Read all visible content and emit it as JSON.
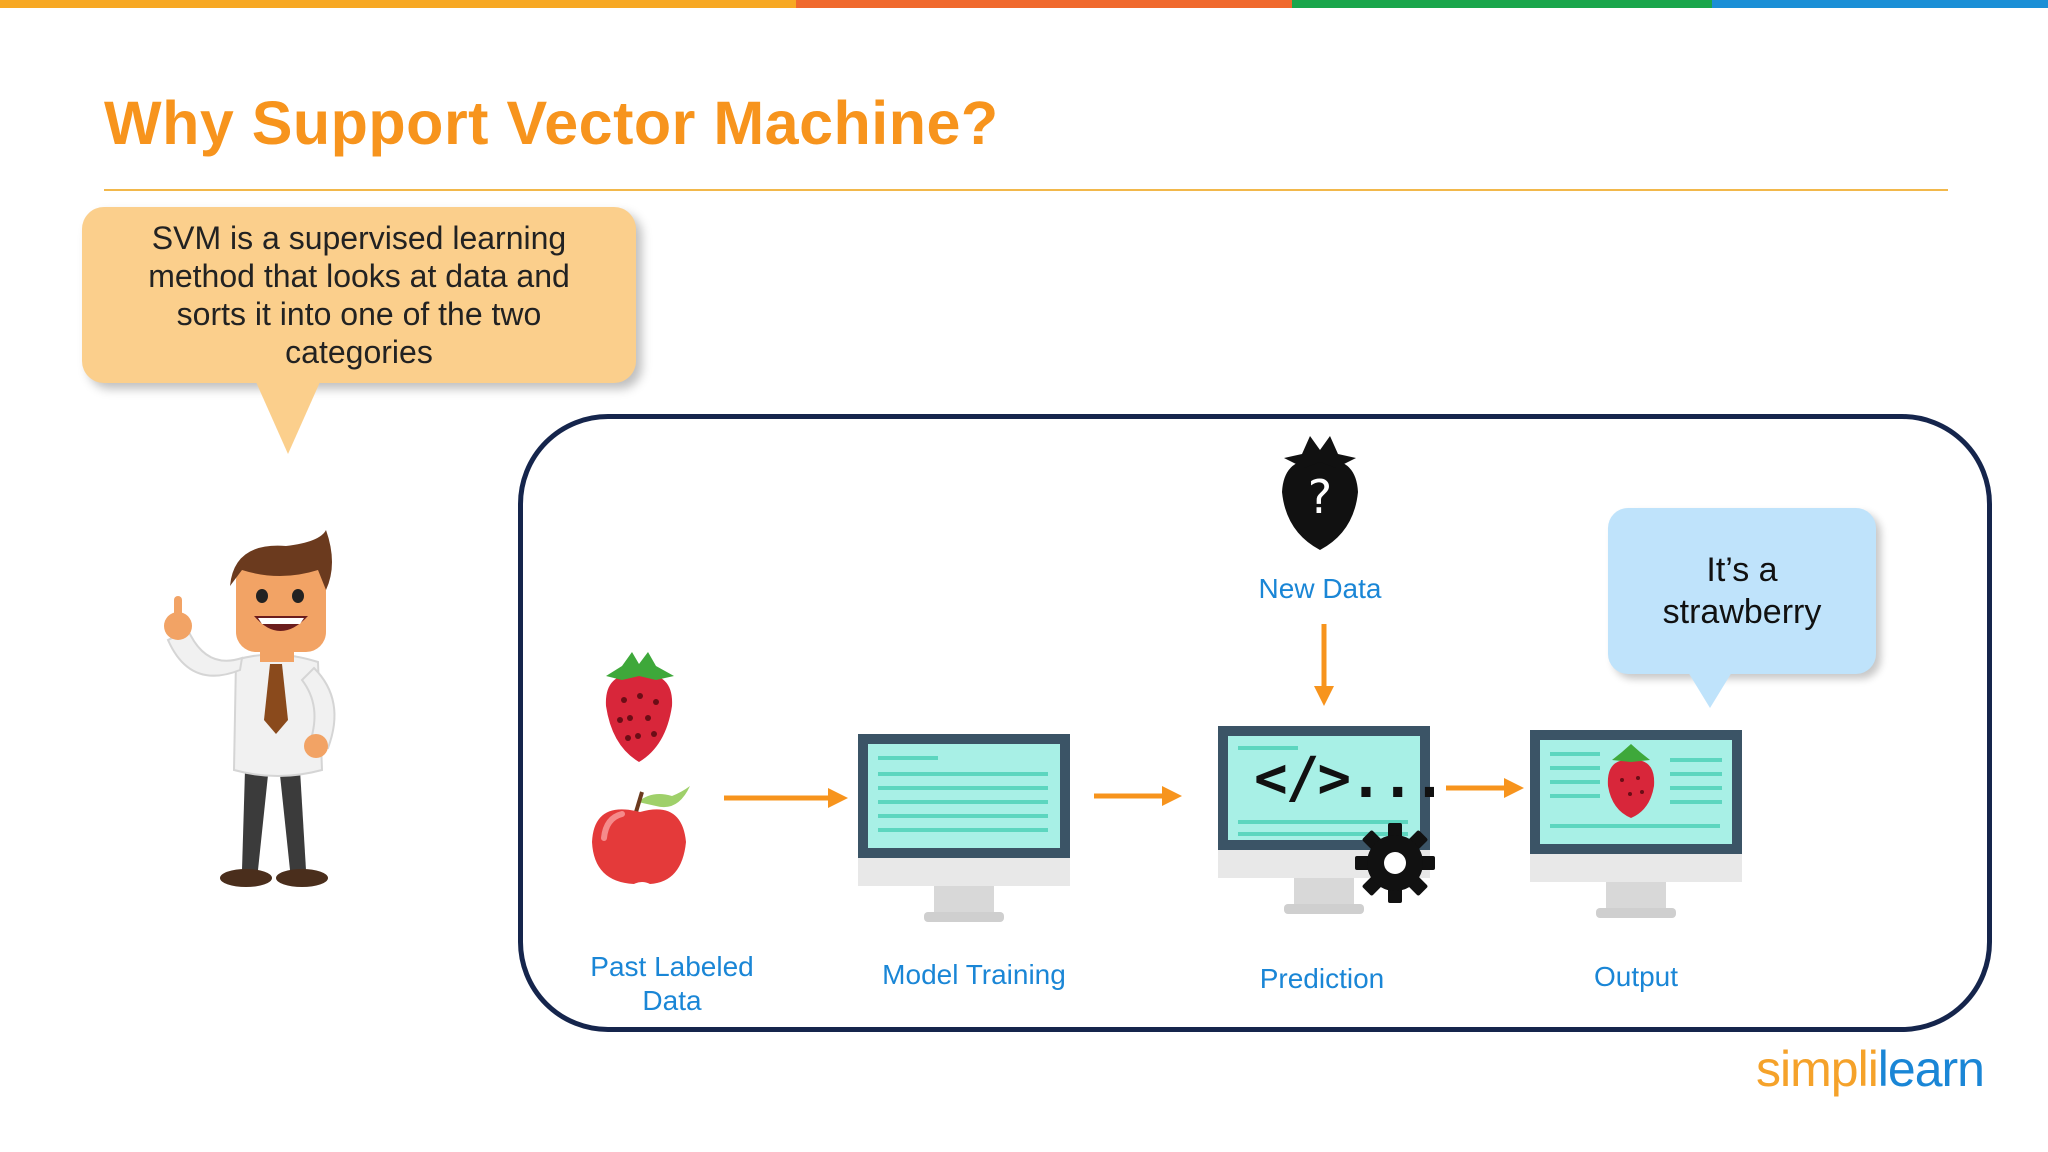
{
  "colors": {
    "title": "#f7941d",
    "topbar": [
      "#f7a823",
      "#f0692d",
      "#1aa64b",
      "#1b8fd6"
    ],
    "frame": "#15254c",
    "label": "#1a86d6",
    "callout": "#fbcf8c",
    "output_callout": "#bfe3fb"
  },
  "slide": {
    "title": "Why Support Vector Machine?",
    "callout_text": "SVM is a supervised learning method that looks at data and sorts it into one of the two categories"
  },
  "diagram": {
    "new_data_icon_symbol": "?",
    "new_data_label": "New Data",
    "code_symbol": "</>...",
    "steps": [
      {
        "label_line1": "Past Labeled",
        "label_line2": "Data"
      },
      {
        "label_line1": "Model Training"
      },
      {
        "label_line1": "Prediction"
      },
      {
        "label_line1": "Output"
      }
    ],
    "output_callout_line1": "It’s a",
    "output_callout_line2": "strawberry"
  },
  "logo": {
    "part1": "simpl",
    "sep": "i",
    "part2": "learn"
  }
}
